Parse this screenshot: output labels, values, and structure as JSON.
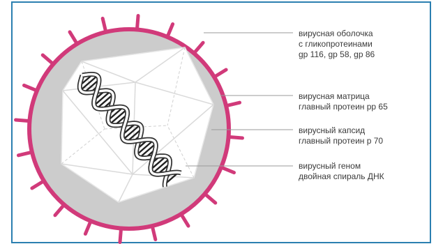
{
  "colors": {
    "frame": "#2b7fb0",
    "envelope": "#d13a7a",
    "matrix": "#cccccc",
    "capsid_lines": "#ffffff",
    "leader": "#9a9a9a",
    "text": "#3a3a3a"
  },
  "labels": {
    "envelope": {
      "line1": "вирусная оболочка",
      "line2": "с гликопротеинами",
      "line3": "gp 116, gp 58, gp 86"
    },
    "matrix": {
      "line1": "вирусная матрица",
      "line2": "главный протеин pp 65"
    },
    "capsid": {
      "line1": "вирусный капсид",
      "line2": "главный протеин p 70"
    },
    "genome": {
      "line1": "вирусный геном",
      "line2": "двойная спираль ДНК"
    }
  }
}
